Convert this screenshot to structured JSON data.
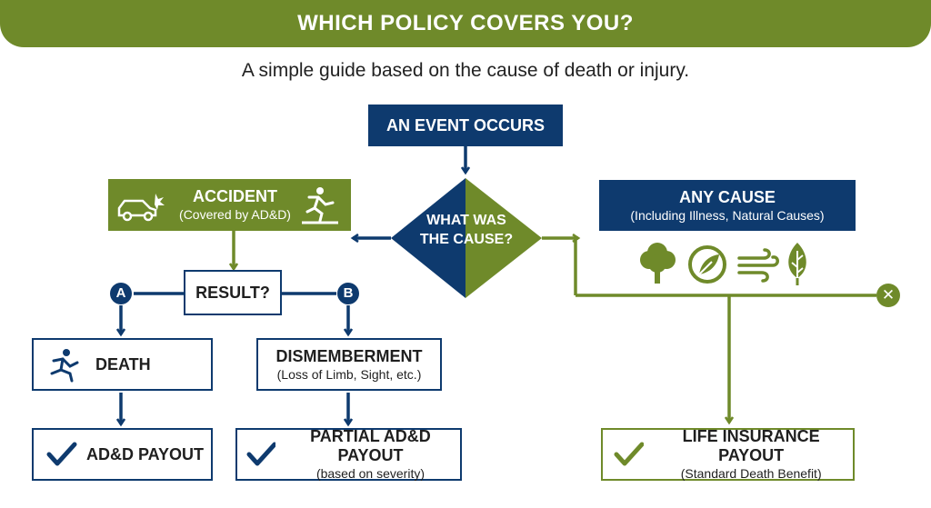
{
  "header": {
    "title": "WHICH POLICY COVERS YOU?"
  },
  "subtitle": "A simple guide based on the cause of death or injury.",
  "nodes": {
    "event": {
      "label": "AN EVENT OCCURS"
    },
    "cause_question": {
      "label_line1": "WHAT WAS",
      "label_line2": "THE CAUSE?"
    },
    "accident": {
      "label": "ACCIDENT",
      "sublabel": "(Covered by AD&D)"
    },
    "any_cause": {
      "label": "ANY CAUSE",
      "sublabel": "(Including Illness, Natural Causes)"
    },
    "result": {
      "label": "RESULT?"
    },
    "death": {
      "label": "DEATH"
    },
    "dismemberment": {
      "label": "DISMEMBERMENT",
      "sublabel": "(Loss of Limb, Sight, etc.)"
    },
    "add_payout": {
      "label": "AD&D PAYOUT"
    },
    "partial_payout": {
      "label": "PARTIAL AD&D PAYOUT",
      "sublabel": "(based on severity)"
    },
    "life_payout": {
      "label": "LIFE INSURANCE PAYOUT",
      "sublabel": "(Standard Death Benefit)"
    }
  },
  "markers": {
    "a": "A",
    "b": "B",
    "x": "✕"
  },
  "icons": [
    "car-crash-icon",
    "falling-person-icon",
    "tree-icon",
    "leaf-circle-icon",
    "wind-icon",
    "leaf-icon",
    "checkmark-icon"
  ],
  "colors": {
    "navy": "#0e3a6e",
    "olive": "#6f8a2a",
    "background": "#ffffff"
  }
}
